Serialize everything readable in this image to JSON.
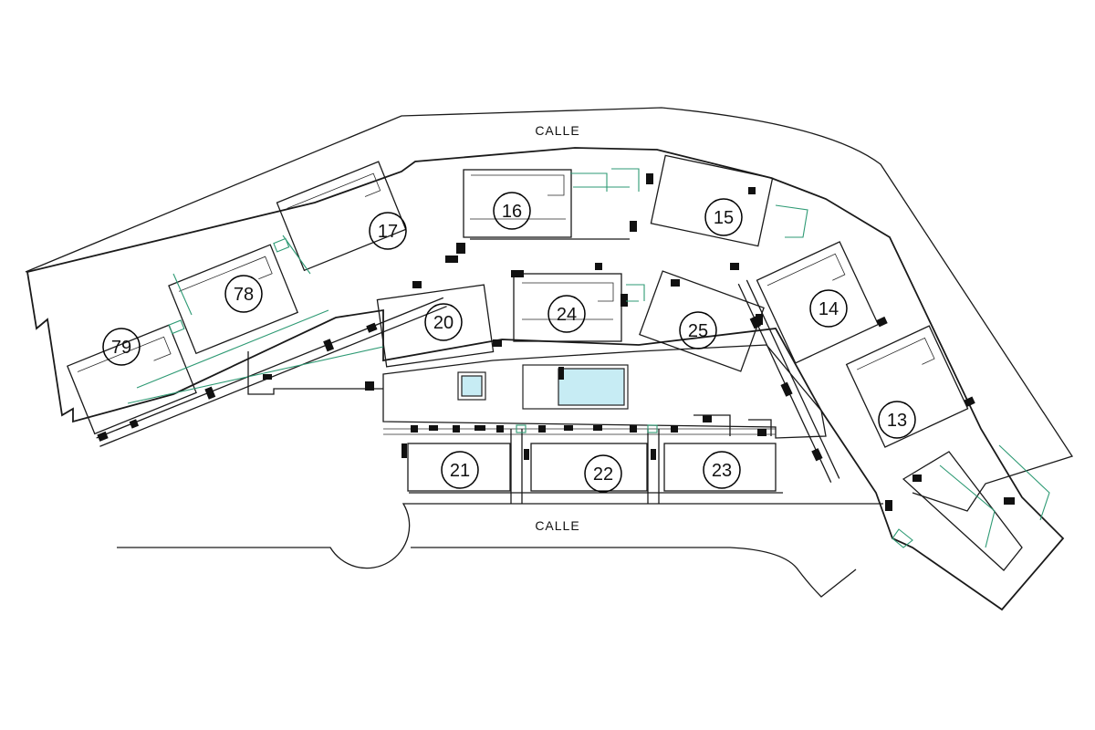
{
  "streets": [
    {
      "label": "CALLE"
    },
    {
      "label": "CALLE"
    }
  ],
  "units": [
    {
      "label": "13"
    },
    {
      "label": "14"
    },
    {
      "label": "15"
    },
    {
      "label": "16"
    },
    {
      "label": "17"
    },
    {
      "label": "78"
    },
    {
      "label": "79"
    },
    {
      "label": "20"
    },
    {
      "label": "24"
    },
    {
      "label": "25"
    },
    {
      "label": "21"
    },
    {
      "label": "22"
    },
    {
      "label": "23"
    }
  ],
  "colors": {
    "linework": "#1a1a1a",
    "green_lines": "#2e9a74",
    "pool_water": "#c7ecf4",
    "background": "#ffffff"
  }
}
